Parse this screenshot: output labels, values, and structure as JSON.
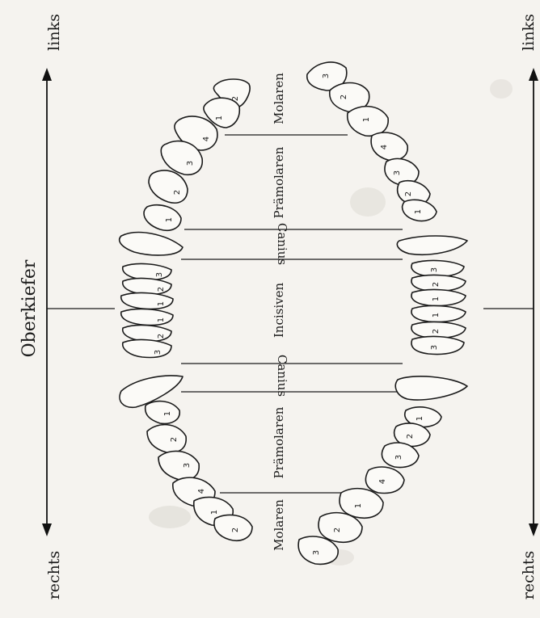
{
  "labels": {
    "side_left": "links",
    "side_right": "rechts",
    "jaw": "Oberkiefer",
    "molaren": "Molaren",
    "praemolaren": "Prämolaren",
    "canius": "Canius",
    "incisiven": "Incisiven"
  },
  "tooth_numbers": {
    "molars": [
      "1",
      "2",
      "3"
    ],
    "premolars": [
      "1",
      "2",
      "3",
      "4"
    ],
    "incisors": [
      "1",
      "2",
      "3"
    ]
  }
}
